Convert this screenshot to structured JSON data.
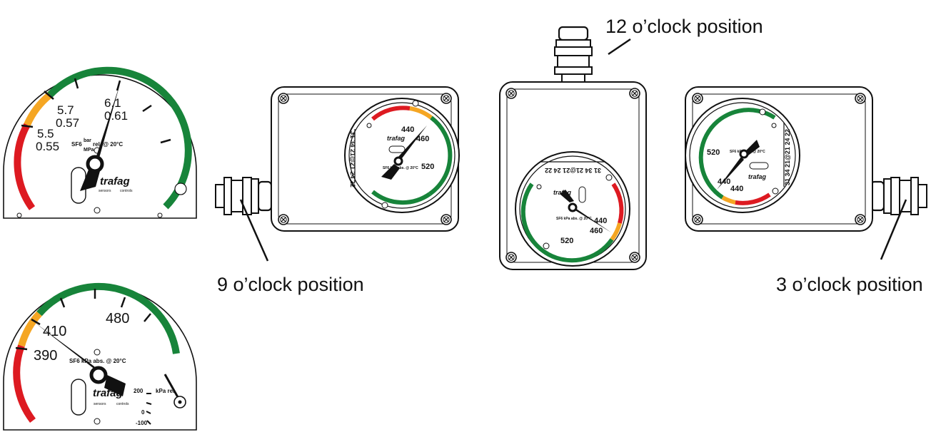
{
  "brand": {
    "name": "trafag",
    "tagline_left": "sensors",
    "tagline_right": "controls"
  },
  "gauge_top": {
    "ticks": [
      {
        "bar": "5.5",
        "mpa": "0.55"
      },
      {
        "bar": "5.7",
        "mpa": "0.57"
      },
      {
        "bar": "6.1",
        "mpa": "0.61"
      }
    ],
    "gas": "SF6",
    "unit_top": "bar",
    "unit_bottom": "MPa",
    "ref": "rel. @ 20°C"
  },
  "gauge_bottom": {
    "ticks": [
      "390",
      "410",
      "480"
    ],
    "caption": "SF6 kPa abs. @ 20°C",
    "aux_unit": "kPa rel",
    "aux_ticks": [
      "200",
      "0",
      "-100"
    ]
  },
  "device_9": {
    "label": "9 o’clock position",
    "ticks": [
      "440",
      "460",
      "520"
    ],
    "serial": "31 34 21@21 24 22",
    "caption": "SF6 kPa abs. @ 20°C"
  },
  "device_12": {
    "label": "12 o’clock position",
    "ticks": [
      "440",
      "460",
      "520"
    ],
    "serial": "31 34 21@21 24 22",
    "caption": "SF6 kPa abs. @ 20°C"
  },
  "device_3": {
    "label": "3 o’clock position",
    "ticks": [
      "520",
      "440",
      "440"
    ],
    "serial": "31 34 21@21 24 22",
    "caption": "SF6 kPa abs. @ 20°C"
  },
  "colors": {
    "red": "#dd1a21",
    "orange": "#f5a623",
    "green": "#17843a",
    "outline": "#1a1a1a"
  }
}
